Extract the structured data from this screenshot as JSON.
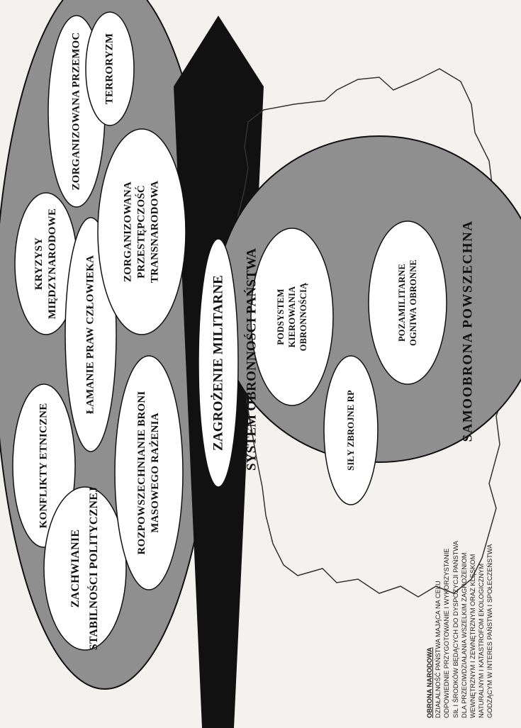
{
  "threats": {
    "ellipses": [
      "KONFLIKTY ETNICZNE",
      "KRYZYSY\nMIĘDZYNARODOWE",
      "ZORGANIZOWANA PRZEMOC",
      "TERRORYZM",
      "ZACHWIANIE\nSTABILNOŚCI POLITYCZNEJ",
      "ŁAMANIE PRAW CZŁOWIEKA",
      "ZORGANIZOWANA\nPRZESTĘPCZOŚĆ\nTRANSNARODOWA",
      "ROZPOWSZECHNIANIE BRONI\nMASOWEGO RAŻENIA"
    ]
  },
  "arrow_label": "ZAGROŻENIE MILITARNE",
  "system_title": "SYSTEM OBRONNOŚCI PAŃSTWA",
  "defense": {
    "components": [
      "PODSYSTEM\nKIEROWANIA\nOBRONNOŚCIĄ",
      "SIŁY ZBROJNE RP",
      "POZAMILITARNE\nOGNIWA OBRONNE"
    ],
    "samoobrona": "SAMOOBRONA POWSZECHNA"
  },
  "note": {
    "heading": "OBRONA NARODOWA",
    "lines": [
      "DZIAŁALNOŚĆ PAŃSTWA MAJĄCA NA CELU",
      "ODPOWIEDNIE PRZYGOTOWANIE I WYKORZYSTANIE",
      "SIŁ I ŚRODKÓW BĘDĄCYCH DO DYSPOZYCJI PAŃSTWA",
      "DLA PRZECIWDZIAŁANIA WSZELKIM ZAGROŻENIOM",
      "WEWNĘTRZNYM I ZEWNĘTRZNYM ORAZ KLĘSKOM",
      "NATURALNYM I KATASTROFOM EKOLOGICZNYM",
      "GODZĄCYM W INTERES PAŃSTWA I SPOŁECZEŃSTWA"
    ]
  }
}
